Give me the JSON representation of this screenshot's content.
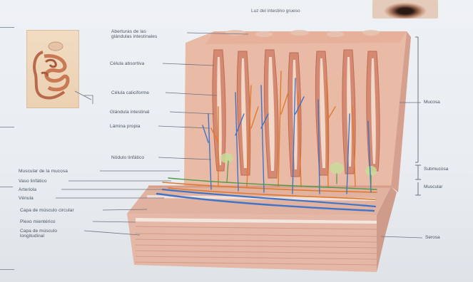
{
  "top_caption": "Luz del intestino grueso",
  "left_labels": [
    {
      "id": "aberturas",
      "text": "Aberturas de las\nglándulas intestinales"
    },
    {
      "id": "celula-absortiva",
      "text": "Célula absortiva"
    },
    {
      "id": "celula-caliciforme",
      "text": "Célula caliciforme"
    },
    {
      "id": "glandula-intestinal",
      "text": "Glándula intestinal"
    },
    {
      "id": "lamina-propia",
      "text": "Lámina propia"
    },
    {
      "id": "nodulo-linfatico",
      "text": "Nódulo linfático"
    },
    {
      "id": "muscular-mucosa",
      "text": "Muscular de la mucosa"
    },
    {
      "id": "vaso-linfatico",
      "text": "Vaso linfático"
    },
    {
      "id": "arteriola",
      "text": "Arteriola"
    },
    {
      "id": "venula",
      "text": "Vénula"
    },
    {
      "id": "capa-circular",
      "text": "Capa de músculo circular"
    },
    {
      "id": "plexo-mienterico",
      "text": "Plexo mientérico"
    },
    {
      "id": "capa-longitudinal",
      "text": "Capa de músculo\nlongitudinal"
    }
  ],
  "right_labels": [
    {
      "id": "mucosa",
      "text": "Mucosa"
    },
    {
      "id": "submucosa",
      "text": "Submucosa"
    },
    {
      "id": "muscular",
      "text": "Muscular"
    },
    {
      "id": "serosa",
      "text": "Serosa"
    }
  ],
  "colors": {
    "tissue": "#e8b8a4",
    "gland": "#d9927c",
    "artery": "#e0742e",
    "vein": "#3f74c8",
    "lymph": "#4c9a4a",
    "muscle": "#d9a592"
  }
}
